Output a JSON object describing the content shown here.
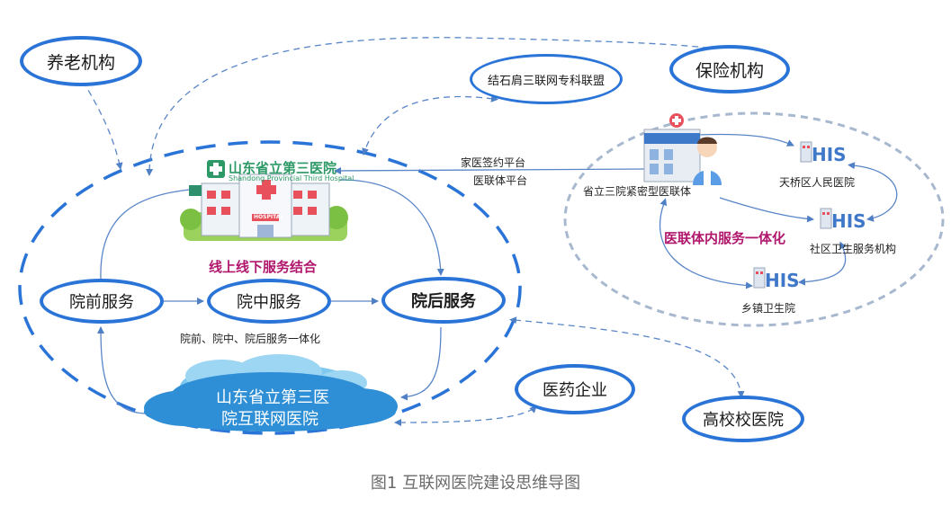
{
  "nodes": {
    "elderly_care": "养老机构",
    "insurance": "保险机构",
    "specialty_alliance": "结石肩三联网专科联盟",
    "pre_service": "院前服务",
    "mid_service": "院中服务",
    "post_service": "院后服务",
    "pharma": "医药企业",
    "universities": "高校校医院"
  },
  "hospital": {
    "logo_cn": "山东省立第三医院",
    "logo_en": "Shandong Provincial Third Hospital",
    "sign": "HOSPITAL"
  },
  "labels": {
    "online_offline": "线上线下服务结合",
    "integration": "院前、院中、院后服务一体化",
    "family_platform": "家医签约平台",
    "alliance_platform": "医联体平台",
    "compact_alliance": "省立三院紧密型医联体",
    "alliance_integration": "医联体内服务一体化",
    "tianqiao": "天桥区人民医院",
    "community": "社区卫生服务机构",
    "township": "乡镇卫生院",
    "his": "HIS"
  },
  "cloud": {
    "line1": "山东省立第三医",
    "line2": "院互联网医院"
  },
  "caption": "图1 互联网医院建设思维导图",
  "colors": {
    "node_border": "#2a74d8",
    "arrow": "#5a86c8",
    "accent": "#b0176d",
    "cloud": "#2f8fd6",
    "alliance_ring": "#a8b8cf"
  }
}
